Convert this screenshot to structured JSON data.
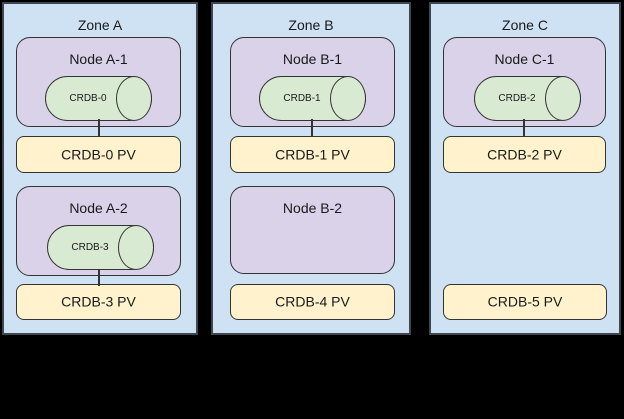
{
  "palette": {
    "background": "#000000",
    "zone_fill": "#cfe2f3",
    "zone_stroke": "#3e4650",
    "node_fill": "#d9d2e9",
    "disk_fill": "#d9ead3",
    "pv_fill": "#fff2cc",
    "shape_stroke": "#333333",
    "text_color": "#1a1a1a"
  },
  "zones": [
    {
      "label": "Zone A",
      "rows": [
        {
          "node": "Node A-1",
          "disk": "CRDB-0",
          "pv": "CRDB-0 PV",
          "connected": true
        },
        {
          "node": "Node A-2",
          "disk": "CRDB-3",
          "pv": "CRDB-3 PV",
          "connected": true
        }
      ]
    },
    {
      "label": "Zone B",
      "rows": [
        {
          "node": "Node B-1",
          "disk": "CRDB-1",
          "pv": "CRDB-1 PV",
          "connected": true
        },
        {
          "node": "Node B-2",
          "disk": null,
          "pv": "CRDB-4 PV",
          "connected": false
        }
      ]
    },
    {
      "label": "Zone C",
      "rows": [
        {
          "node": "Node C-1",
          "disk": "CRDB-2",
          "pv": "CRDB-2 PV",
          "connected": true
        },
        {
          "node": null,
          "disk": null,
          "pv": "CRDB-5 PV",
          "connected": false
        }
      ]
    }
  ]
}
